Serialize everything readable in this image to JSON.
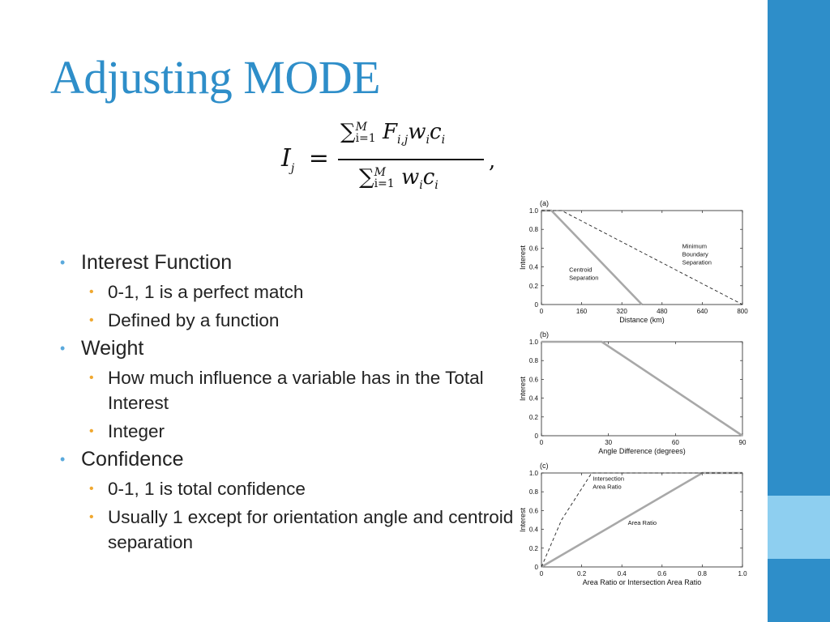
{
  "slide": {
    "title": "Adjusting MODE",
    "formula": {
      "lhs": "I",
      "lhs_sub": "j",
      "equals": "=",
      "numerator": "F",
      "numerator_sub": "i,j",
      "weight": "w",
      "conf": "c",
      "index_sub": "i",
      "sum_upper": "M",
      "sum_lower": "i=1",
      "comma": ","
    },
    "bullets": [
      {
        "text": "Interest Function",
        "children": [
          "0-1, 1 is a perfect match",
          "Defined by a function"
        ]
      },
      {
        "text": "Weight",
        "children": [
          "How much influence a variable has in the Total Interest",
          "Integer"
        ]
      },
      {
        "text": "Confidence",
        "children": [
          "0-1, 1 is total confidence",
          "Usually 1 except for orientation angle and centroid separation"
        ]
      }
    ]
  },
  "colors": {
    "accent": "#2e8ec9",
    "accent_light": "#8ecff0",
    "bullet_l1": "#5aa9dc",
    "bullet_l2": "#f0a830",
    "gray_line": "#a8a8a8"
  },
  "chart_data": [
    {
      "type": "line",
      "panel_label": "(a)",
      "xlabel": "Distance (km)",
      "ylabel": "Interest",
      "xlim": [
        0,
        800
      ],
      "ylim": [
        0,
        1.0
      ],
      "xticks": [
        0,
        160,
        320,
        480,
        640,
        800
      ],
      "yticks": [
        "0",
        "0.2",
        "0.4",
        "0.6",
        "0.8",
        "1.0"
      ],
      "series": [
        {
          "name": "Centroid Separation",
          "style": "solid-gray",
          "x": [
            0,
            40,
            400
          ],
          "y": [
            1.0,
            1.0,
            0.0
          ]
        },
        {
          "name": "Minimum Boundary Separation",
          "style": "dashed",
          "x": [
            0,
            80,
            800
          ],
          "y": [
            1.0,
            1.0,
            0.0
          ]
        }
      ],
      "annotations": [
        {
          "lines": [
            "Minimum",
            "Boundary",
            "Separation"
          ],
          "x": 560,
          "y": 0.6
        },
        {
          "lines": [
            "Centroid",
            "Separation"
          ],
          "x": 110,
          "y": 0.35
        }
      ]
    },
    {
      "type": "line",
      "panel_label": "(b)",
      "xlabel": "Angle Difference (degrees)",
      "ylabel": "Interest",
      "xlim": [
        0,
        90
      ],
      "ylim": [
        0,
        1.0
      ],
      "xticks": [
        0,
        30,
        60,
        90
      ],
      "yticks": [
        "0",
        "0.2",
        "0.4",
        "0.6",
        "0.8",
        "1.0"
      ],
      "series": [
        {
          "name": "",
          "style": "solid-gray",
          "x": [
            0,
            27,
            90
          ],
          "y": [
            1.0,
            1.0,
            0.0
          ]
        }
      ],
      "annotations": []
    },
    {
      "type": "line",
      "panel_label": "(c)",
      "xlabel": "Area Ratio or Intersection Area Ratio",
      "ylabel": "Interest",
      "xlim": [
        0,
        1.0
      ],
      "ylim": [
        0,
        1.0
      ],
      "xticks": [
        "0",
        "0.2",
        "0.4",
        "0.6",
        "0.8",
        "1.0"
      ],
      "yticks": [
        "0",
        "0.2",
        "0.4",
        "0.6",
        "0.8",
        "1.0"
      ],
      "series": [
        {
          "name": "Area Ratio",
          "style": "solid-gray",
          "x": [
            0,
            0.8,
            1.0
          ],
          "y": [
            0.0,
            1.0,
            1.0
          ]
        },
        {
          "name": "Intersection Area Ratio",
          "style": "dashed",
          "x": [
            0,
            0.1,
            0.25,
            1.0
          ],
          "y": [
            0.0,
            0.5,
            1.0,
            1.0
          ]
        }
      ],
      "annotations": [
        {
          "lines": [
            "Intersection",
            "Area Ratio"
          ],
          "x": 0.255,
          "y": 0.92
        },
        {
          "lines": [
            "Area Ratio"
          ],
          "x": 0.43,
          "y": 0.45
        }
      ]
    }
  ]
}
